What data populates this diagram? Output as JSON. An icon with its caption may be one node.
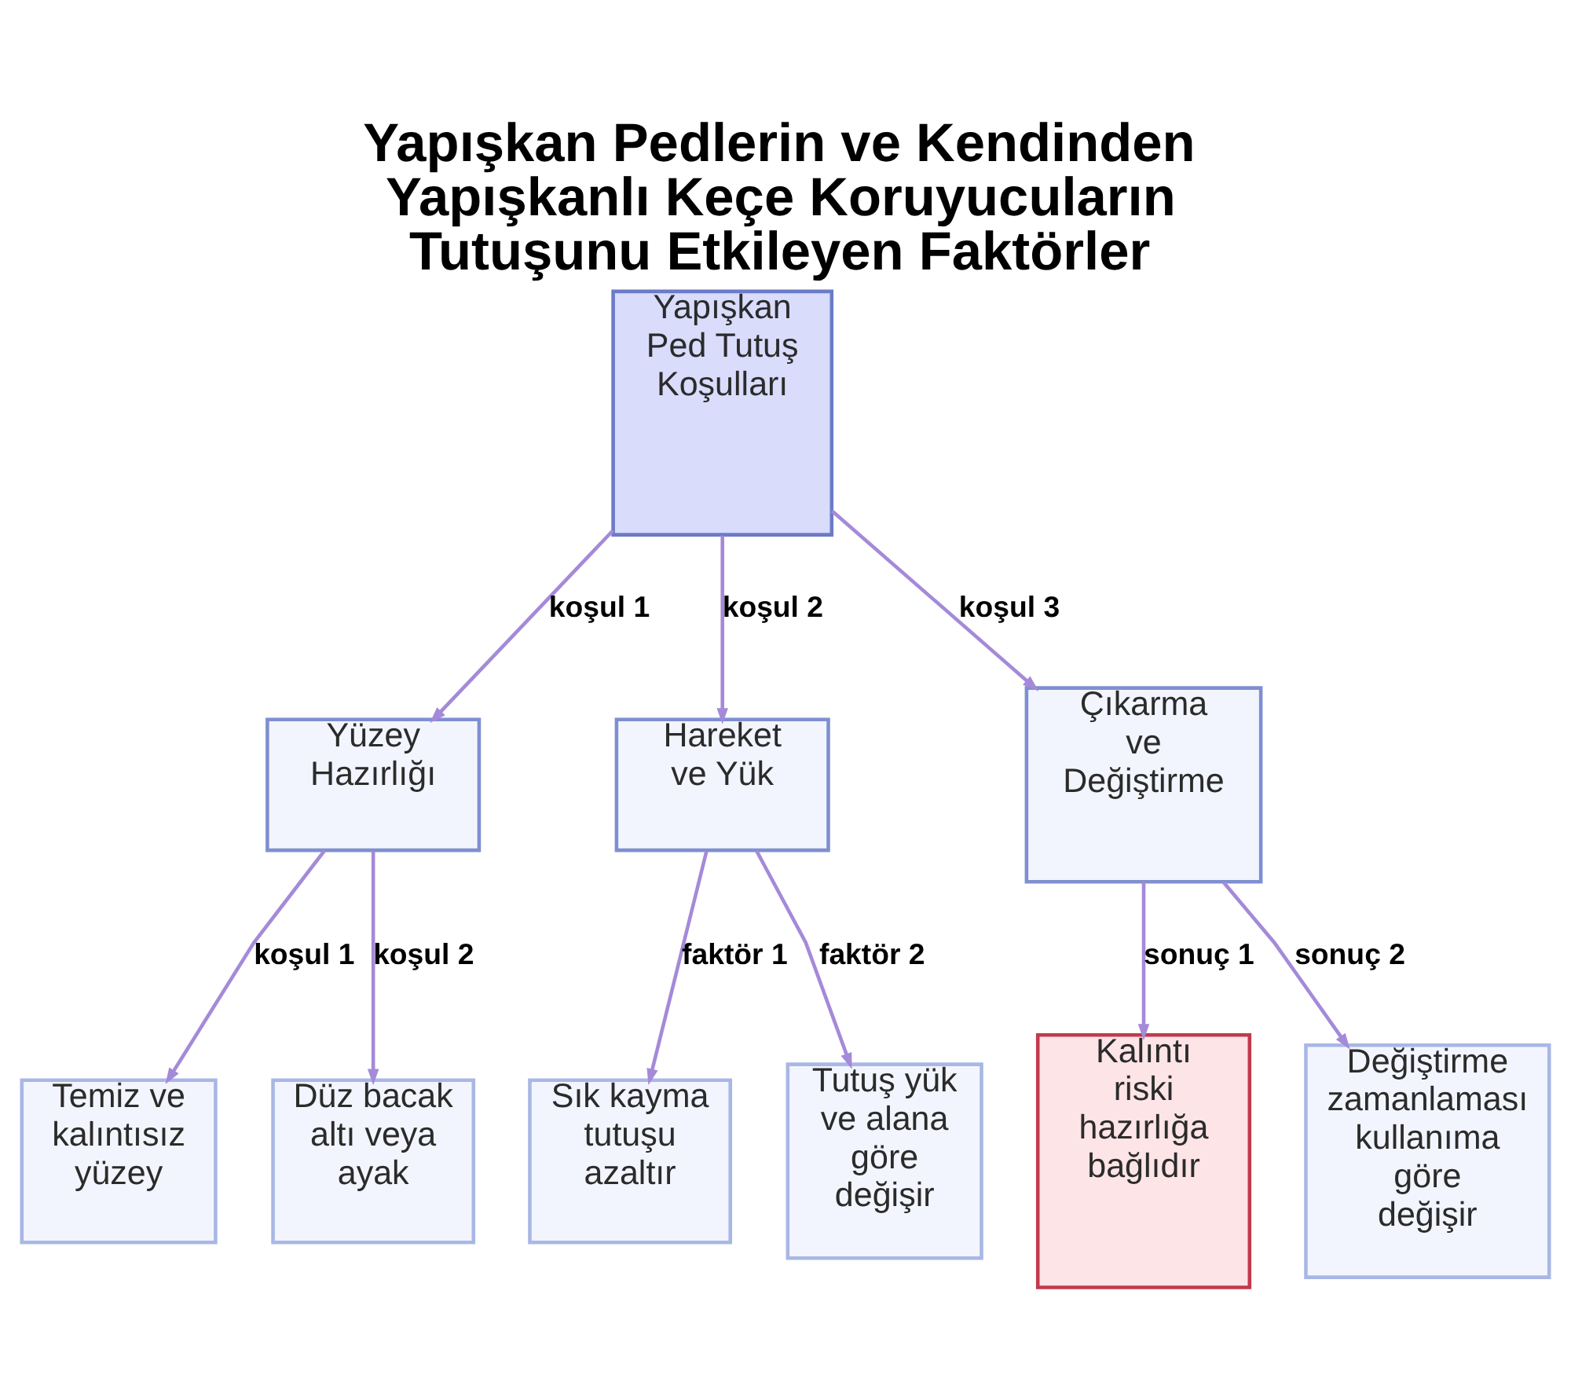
{
  "diagram": {
    "title": "Yapışkan Pedlerin ve Kendinden Yapışkanlı Keçe Koruyucuların Tutuşunu Etkileyen Faktörler",
    "nodes": [
      {
        "text": [
          "Yapışkan Ped Tutuş Koşulları"
        ]
      },
      {
        "text": [
          "Yüzey Hazırlığı"
        ]
      },
      {
        "text": [
          "Hareket ve Yük"
        ]
      },
      {
        "text": [
          "Çıkarma ve Değiştirme"
        ]
      },
      {
        "text": [
          "Temiz ve kalıntısız yüzey"
        ]
      },
      {
        "text": [
          "Düz bacak altı veya ayak"
        ]
      },
      {
        "text": [
          "Sık kayma tutuşu azaltır"
        ]
      },
      {
        "text": [
          "Tutuş yük ve alana göre değişir"
        ]
      },
      {
        "text": [
          "Kalıntı riski hazırlığa bağlıdır"
        ]
      },
      {
        "text": [
          "Değiştirme zamanlaması kullanıma göre değişir"
        ]
      }
    ],
    "edges": [
      {
        "from": 0,
        "to": 1,
        "arrow": "to",
        "label": "koşul 1"
      },
      {
        "from": 0,
        "to": 2,
        "arrow": "to",
        "label": "koşul 2"
      },
      {
        "from": 0,
        "to": 3,
        "arrow": "to",
        "label": "koşul 3"
      },
      {
        "from": 1,
        "to": 4,
        "arrow": "to",
        "label": "koşul 1"
      },
      {
        "from": 1,
        "to": 5,
        "arrow": "to",
        "label": "koşul 2"
      },
      {
        "from": 2,
        "to": 6,
        "arrow": "to",
        "label": "faktör 1"
      },
      {
        "from": 2,
        "to": 7,
        "arrow": "to",
        "label": "faktör 2"
      },
      {
        "from": 3,
        "to": 8,
        "arrow": "to",
        "label": "sonuç 1"
      },
      {
        "from": 3,
        "to": 9,
        "arrow": "to",
        "label": "sonuç 2"
      }
    ]
  }
}
